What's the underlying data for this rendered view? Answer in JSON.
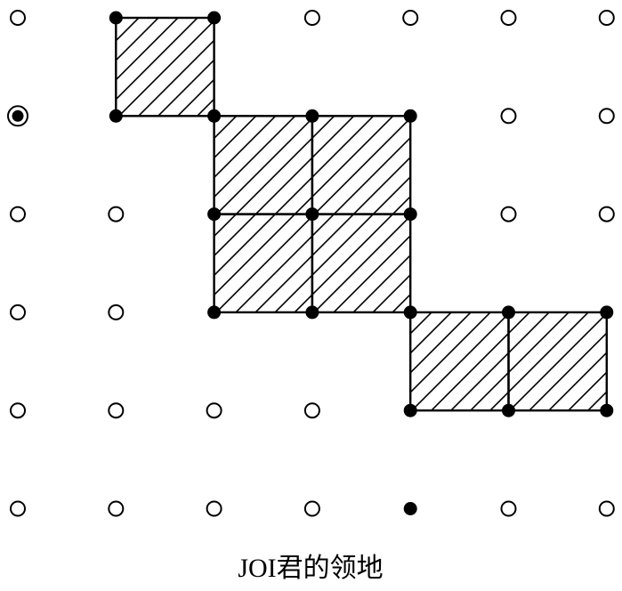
{
  "caption": "JOI君的领地",
  "colors": {
    "ink": "#000000",
    "background": "#ffffff"
  },
  "grid": {
    "columns": 7,
    "rows": 6
  },
  "filled_cells": [
    [
      1,
      0
    ],
    [
      2,
      1
    ],
    [
      3,
      1
    ],
    [
      2,
      2
    ],
    [
      3,
      2
    ],
    [
      4,
      3
    ],
    [
      5,
      3
    ]
  ],
  "points": {
    "filled": [
      [
        1,
        0
      ],
      [
        2,
        0
      ],
      [
        1,
        1
      ],
      [
        2,
        1
      ],
      [
        3,
        1
      ],
      [
        4,
        1
      ],
      [
        2,
        2
      ],
      [
        3,
        2
      ],
      [
        4,
        2
      ],
      [
        2,
        3
      ],
      [
        3,
        3
      ],
      [
        4,
        3
      ],
      [
        5,
        3
      ],
      [
        6,
        3
      ],
      [
        4,
        4
      ],
      [
        5,
        4
      ],
      [
        6,
        4
      ],
      [
        4,
        5
      ]
    ],
    "start": [
      [
        0,
        1
      ]
    ]
  }
}
